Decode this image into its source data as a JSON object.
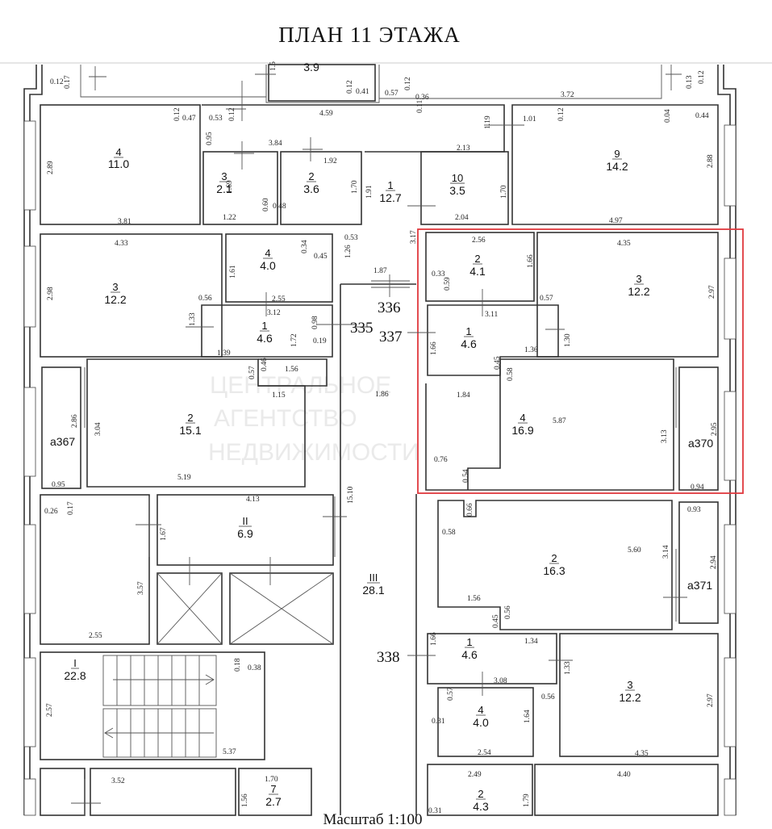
{
  "title": "ПЛАН 11 ЭТАЖА",
  "scale_label": "Масштаб 1:100",
  "watermark": [
    "ЦЕНТРАЛЬНОЕ",
    "АГЕНТСТВО",
    "НЕДВИЖИМОСТИ"
  ],
  "colors": {
    "highlight": "#e0393e",
    "lines": "#333333"
  },
  "apartments": [
    "336",
    "335",
    "337",
    "338"
  ],
  "rooms": [
    {
      "no": "",
      "area": "3.9"
    },
    {
      "no": "4",
      "area": "11.0"
    },
    {
      "no": "3",
      "area": "2.1"
    },
    {
      "no": "2",
      "area": "3.6"
    },
    {
      "no": "1",
      "area": "12.7"
    },
    {
      "no": "10",
      "area": "3.5"
    },
    {
      "no": "9",
      "area": "14.2"
    },
    {
      "no": "3",
      "area": "12.2"
    },
    {
      "no": "4",
      "area": "4.0"
    },
    {
      "no": "2",
      "area": "4.1"
    },
    {
      "no": "3",
      "area": "12.2"
    },
    {
      "no": "1",
      "area": "4.6"
    },
    {
      "no": "1",
      "area": "4.6"
    },
    {
      "no": "2",
      "area": "15.1"
    },
    {
      "no": "4",
      "area": "16.9"
    },
    {
      "no": "II",
      "area": "6.9"
    },
    {
      "no": "III",
      "area": "28.1"
    },
    {
      "no": "2",
      "area": "16.3"
    },
    {
      "no": "I",
      "area": "22.8"
    },
    {
      "no": "1",
      "area": "4.6"
    },
    {
      "no": "3",
      "area": "12.2"
    },
    {
      "no": "4",
      "area": "4.0"
    },
    {
      "no": "7",
      "area": "2.7"
    },
    {
      "no": "2",
      "area": "4.3"
    }
  ],
  "balconies": [
    "а367",
    "а370",
    "а371"
  ],
  "dimensions": [
    "0.12",
    "0.17",
    "0.12",
    "0.41",
    "0.57",
    "0.12",
    "0.36",
    "0.11",
    "3.72",
    "0.13",
    "0.12",
    "0.12",
    "0.47",
    "0.53",
    "0.12",
    "4.59",
    "1.19",
    "1.01",
    "0.12",
    "0.04",
    "0.44",
    "0.95",
    "3.84",
    "1.92",
    "2.13",
    "2.89",
    "1.69",
    "1.70",
    "1.91",
    "1.70",
    "2.88",
    "0.60",
    "0.48",
    "1.22",
    "2.04",
    "3.81",
    "4.97",
    "0.53",
    "3.17",
    "2.56",
    "4.35",
    "4.33",
    "0.34",
    "1.26",
    "1.61",
    "0.45",
    "1.66",
    "1.87",
    "2.98",
    "0.33",
    "0.59",
    "0.56",
    "2.55",
    "0.57",
    "2.97",
    "3.12",
    "3.11",
    "1.33",
    "0.98",
    "1.72",
    "0.19",
    "1.30",
    "1.66",
    "1.36",
    "1.39",
    "0.57",
    "0.46",
    "1.56",
    "0.45",
    "0.58",
    "1.15",
    "1.86",
    "1.84",
    "5.87",
    "2.86",
    "3.04",
    "3.13",
    "2.95",
    "0.76",
    "0.54",
    "0.95",
    "5.19",
    "0.94",
    "4.13",
    "15.10",
    "0.26",
    "0.17",
    "0.66",
    "0.93",
    "1.67",
    "0.58",
    "5.60",
    "3.14",
    "3.57",
    "2.94",
    "1.56",
    "0.45",
    "0.56",
    "2.55",
    "1.66",
    "1.34",
    "0.18",
    "0.38",
    "1.33",
    "3.08",
    "0.57",
    "0.56",
    "2.57",
    "0.31",
    "1.64",
    "2.97",
    "5.37",
    "2.54",
    "4.35",
    "3.52",
    "1.70",
    "2.49",
    "4.40",
    "1.56",
    "1.79",
    "1.5",
    "0.31"
  ]
}
